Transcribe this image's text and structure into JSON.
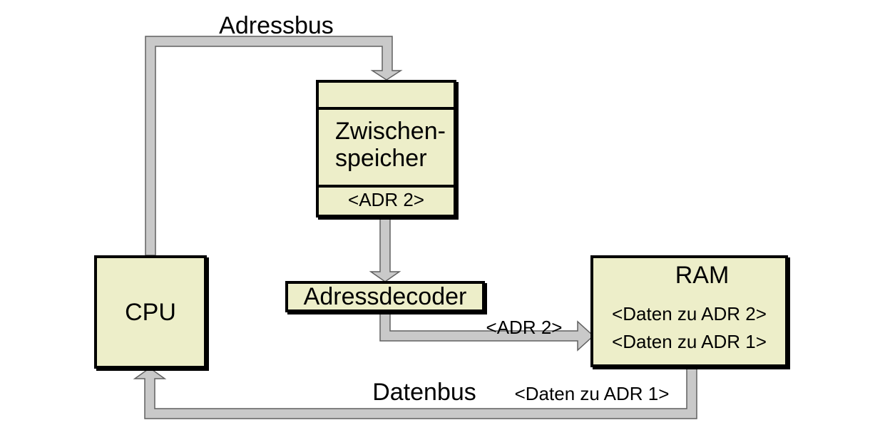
{
  "diagram": {
    "boxes": {
      "cpu": {
        "label": "CPU"
      },
      "buffer": {
        "label": "Zwischen-\nspeicher",
        "slot": "<ADR 2>"
      },
      "decoder": {
        "label": "Adressdecoder"
      },
      "ram": {
        "label": "RAM",
        "row1": "<Daten zu ADR 2>",
        "row2": "<Daten zu ADR 1>"
      }
    },
    "buses": {
      "address_bus_label": "Adressbus",
      "data_bus_label": "Datenbus",
      "address_to_ram_label": "<ADR 2>",
      "data_to_cpu_label": "<Daten zu ADR 1>"
    },
    "colors": {
      "box_fill": "#EDEEC9",
      "box_border": "#000000",
      "bus_fill": "#C9C9C9",
      "bus_outline": "#606060",
      "background": "#FFFFFF"
    }
  }
}
